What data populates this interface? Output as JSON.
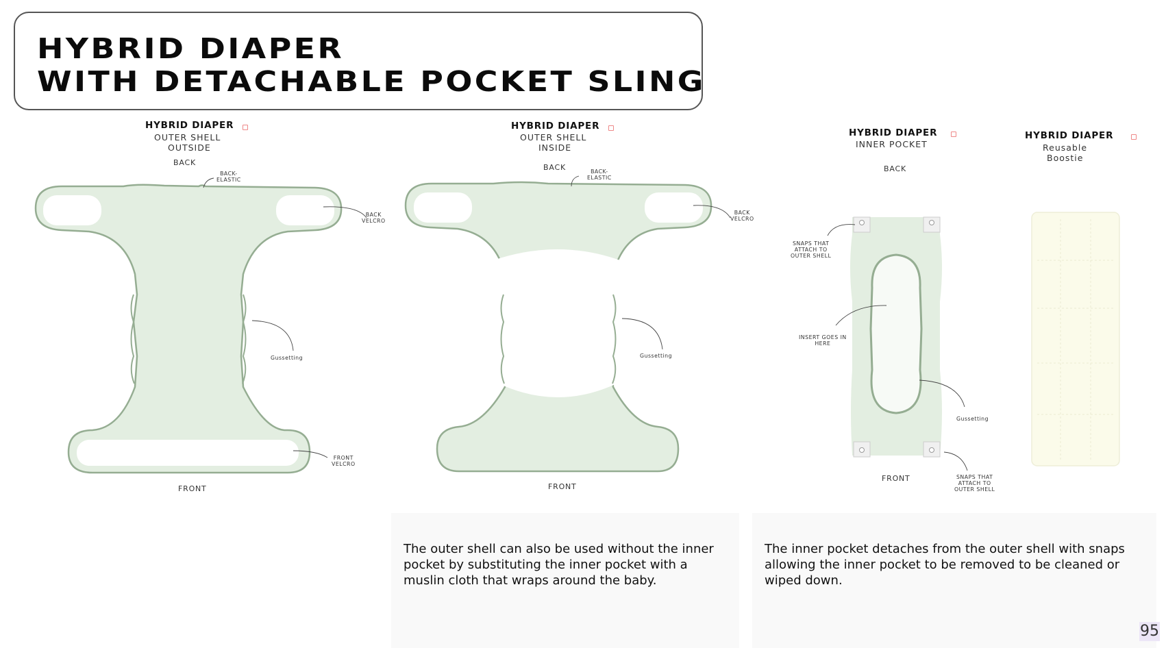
{
  "title": {
    "line1": "HYBRID DIAPER",
    "line2": "WITH DETACHABLE POCKET SLING"
  },
  "panels": [
    {
      "heading": "HYBRID DIAPER",
      "sub1": "OUTER SHELL",
      "sub2": "OUTSIDE",
      "back": "BACK",
      "front": "FRONT",
      "back_elastic": [
        "BACK-",
        "ELASTIC"
      ],
      "back_velcro": [
        "BACK",
        "VELCRO"
      ],
      "gussetting": "Gussetting",
      "front_velcro": [
        "FRONT",
        "VELCRO"
      ]
    },
    {
      "heading": "HYBRID DIAPER",
      "sub1": "OUTER SHELL",
      "sub2": "INSIDE",
      "back": "BACK",
      "front": "FRONT",
      "back_elastic": [
        "BACK-",
        "ELASTIC"
      ],
      "back_velcro": [
        "BACK",
        "VELCRO"
      ],
      "gussetting": "Gussetting"
    },
    {
      "heading": "HYBRID DIAPER",
      "sub1": "INNER POCKET",
      "back": "BACK",
      "front": "FRONT",
      "snaps_top": [
        "SNAPS THAT",
        "ATTACH TO",
        "OUTER SHELL"
      ],
      "insert": [
        "INSERT GOES IN",
        "HERE"
      ],
      "gussetting": "Gussetting",
      "snaps_bottom": [
        "SNAPS THAT",
        "ATTACH TO",
        "OUTER SHELL"
      ]
    },
    {
      "heading": "HYBRID DIAPER",
      "sub1": "Reusable",
      "sub2": "Boostie"
    }
  ],
  "captions": [
    "The outer shell can also be used without the inner pocket by substituting the inner pocket with a muslin cloth that wraps around the baby.",
    "The inner pocket detaches from the outer shell with snaps allowing the inner pocket to be removed to be cleaned or wiped down."
  ],
  "page_number": "95",
  "colors": {
    "diaper_fill": "#e3eee1",
    "diaper_stroke": "#95ad92",
    "boostie_fill": "#fbfbea",
    "accent_mark": "#e88"
  }
}
